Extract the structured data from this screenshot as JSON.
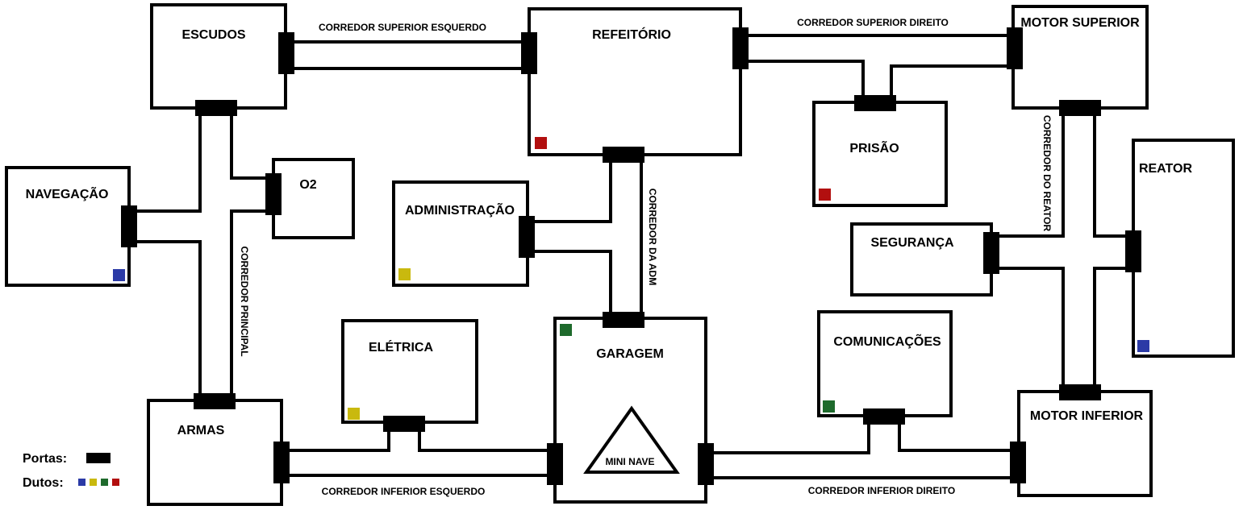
{
  "rooms": {
    "escudos": "ESCUDOS",
    "refeitorio": "REFEITÓRIO",
    "motor_superior": "MOTOR SUPERIOR",
    "navegacao": "NAVEGAÇÃO",
    "o2": "O2",
    "administracao": "ADMINISTRAÇÃO",
    "prisao": "PRISÃO",
    "reator": "REATOR",
    "seguranca": "SEGURANÇA",
    "eletrica": "ELÉTRICA",
    "garagem": "GARAGEM",
    "comunicacoes": "COMUNICAÇÕES",
    "armas": "ARMAS",
    "motor_inferior": "MOTOR INFERIOR"
  },
  "garagem_feature": "MINI NAVE",
  "corridors": {
    "superior_esquerdo": "CORREDOR SUPERIOR ESQUERDO",
    "superior_direito": "CORREDOR SUPERIOR DIREITO",
    "inferior_esquerdo": "CORREDOR INFERIOR ESQUERDO",
    "inferior_direito": "CORREDOR INFERIOR DIREITO",
    "principal": "CORREDOR PRINCIPAL",
    "adm": "CORREDOR DA ADM",
    "reator": "CORREDOR DO REATOR"
  },
  "legend": {
    "doors_label": "Portas:",
    "ducts_label": "Dutos:",
    "duct_colors": [
      "#2b3aa6",
      "#c9b90e",
      "#1e6a2c",
      "#b20f0f"
    ]
  },
  "duct_colors": {
    "blue": "#2b3aa6",
    "yellow": "#c9b90e",
    "green": "#1e6a2c",
    "red": "#b20f0f"
  }
}
